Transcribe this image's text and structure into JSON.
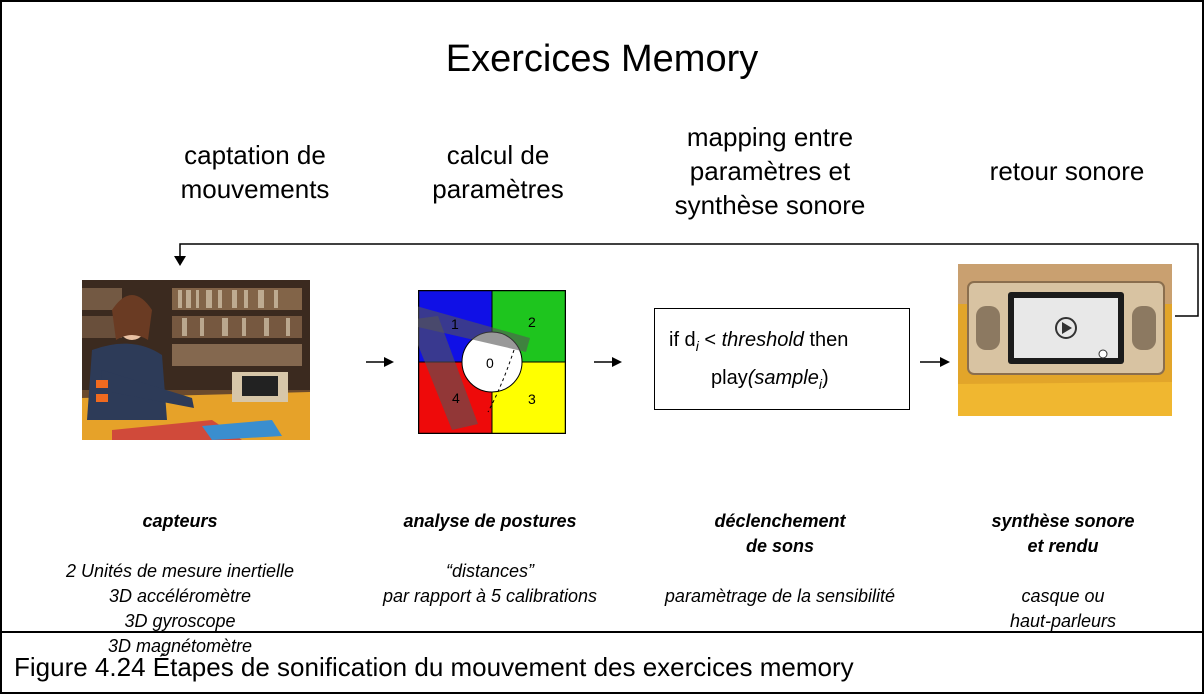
{
  "title": "Exercices Memory",
  "headings": {
    "capture": "captation de\nmouvements",
    "compute": "calcul de\nparamètres",
    "mapping": "mapping entre\nparamètres et\nsynthèse sonore",
    "feedback": "retour sonore"
  },
  "grid_labels": [
    "1",
    "2",
    "0",
    "4",
    "3"
  ],
  "quadrant_colors": {
    "q1": "#1010e6",
    "q2": "#1ec51e",
    "q3": "#ffff00",
    "q4": "#ee0a0a"
  },
  "code": {
    "if_kw": "if d",
    "sub_i": "i",
    "lt": " < ",
    "threshold": "threshold",
    "then": " then",
    "play": "play",
    "sample": "(sample",
    "close": ")"
  },
  "descriptions": {
    "capture": {
      "title": "capteurs",
      "lines": "2 Unités de mesure inertielle\n3D accéléromètre\n3D gyroscope\n3D magnétomètre"
    },
    "compute": {
      "title": "analyse de postures",
      "lines": "“distances”\npar rapport à 5 calibrations"
    },
    "mapping": {
      "title": "déclenchement\nde sons",
      "lines": "paramètrage de la sensibilité"
    },
    "feedback": {
      "title": "synthèse sonore\net rendu",
      "lines": "casque ou\nhaut-parleurs"
    }
  },
  "caption": "Figure 4.24 Étapes de sonification du mouvement des exercices memory"
}
